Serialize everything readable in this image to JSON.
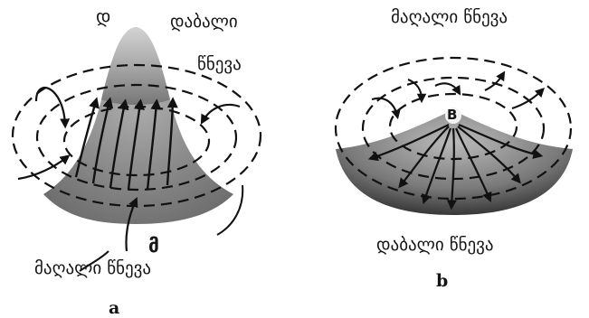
{
  "diagram_a": {
    "top_letter": "დ",
    "label_low_top": "დაბალი",
    "label_low_bottom": "წნევა",
    "center_letter": "მ",
    "label_high": "მაღალი წნევა",
    "caption": "a"
  },
  "diagram_b": {
    "label_high": "მაღალი წნევა",
    "center_letter": "B",
    "label_low": "დაბალი წნევა",
    "caption": "b"
  }
}
